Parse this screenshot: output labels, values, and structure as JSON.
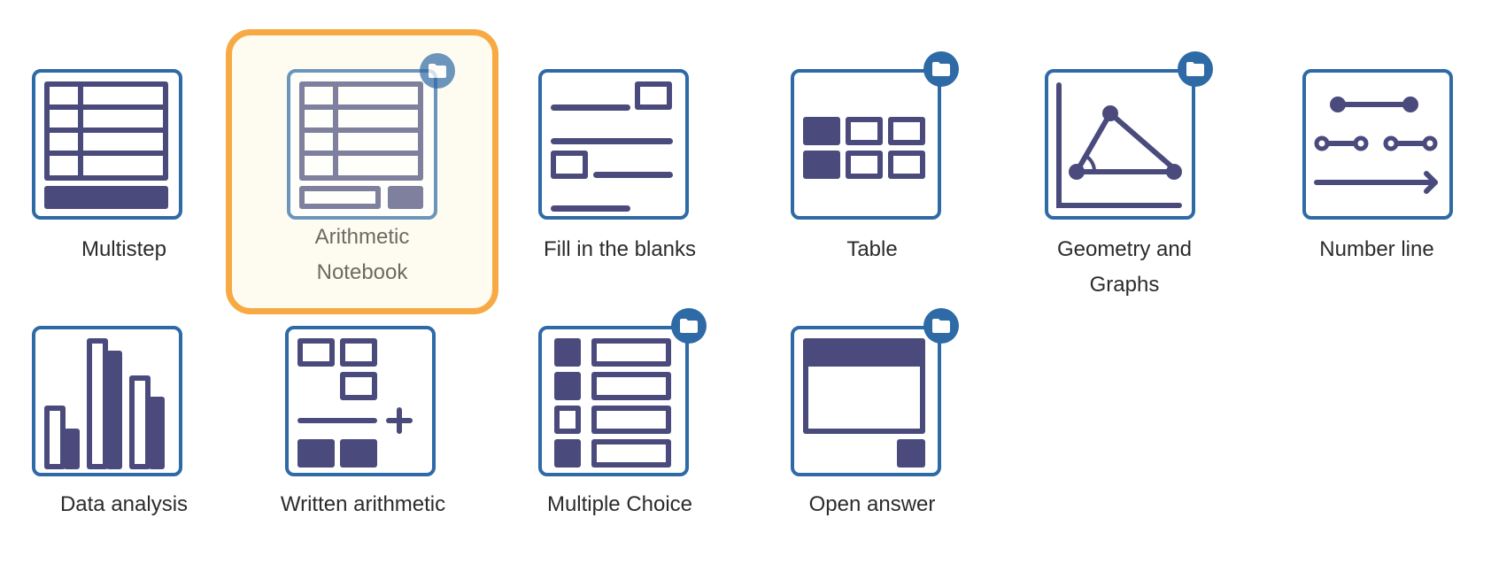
{
  "accent": {
    "border": "#2e6aa5",
    "glyph": "#4a4b7c",
    "selected_border": "#f7aa44",
    "selected_bg": "#fefcf1"
  },
  "selected": "Arithmetic Notebook",
  "tiles": [
    {
      "label": "Multistep",
      "icon": "multistep-icon",
      "folder_badge": false
    },
    {
      "label": "Arithmetic Notebook",
      "label_lines": [
        "Arithmetic",
        "Notebook"
      ],
      "icon": "arithmetic-notebook-icon",
      "folder_badge": true,
      "selected": true
    },
    {
      "label": "Fill in the blanks",
      "icon": "fill-in-blanks-icon",
      "folder_badge": false
    },
    {
      "label": "Table",
      "icon": "table-icon",
      "folder_badge": true
    },
    {
      "label": "Geometry and Graphs",
      "label_lines": [
        "Geometry and",
        "Graphs"
      ],
      "icon": "geometry-icon",
      "folder_badge": true
    },
    {
      "label": "Number line",
      "icon": "number-line-icon",
      "folder_badge": false
    },
    {
      "label": "Data analysis",
      "icon": "bar-chart-icon",
      "folder_badge": false
    },
    {
      "label": "Written arithmetic",
      "icon": "written-arithmetic-icon",
      "folder_badge": false
    },
    {
      "label": "Multiple Choice",
      "icon": "multiple-choice-icon",
      "folder_badge": true
    },
    {
      "label": "Open answer",
      "icon": "open-answer-icon",
      "folder_badge": true
    }
  ]
}
